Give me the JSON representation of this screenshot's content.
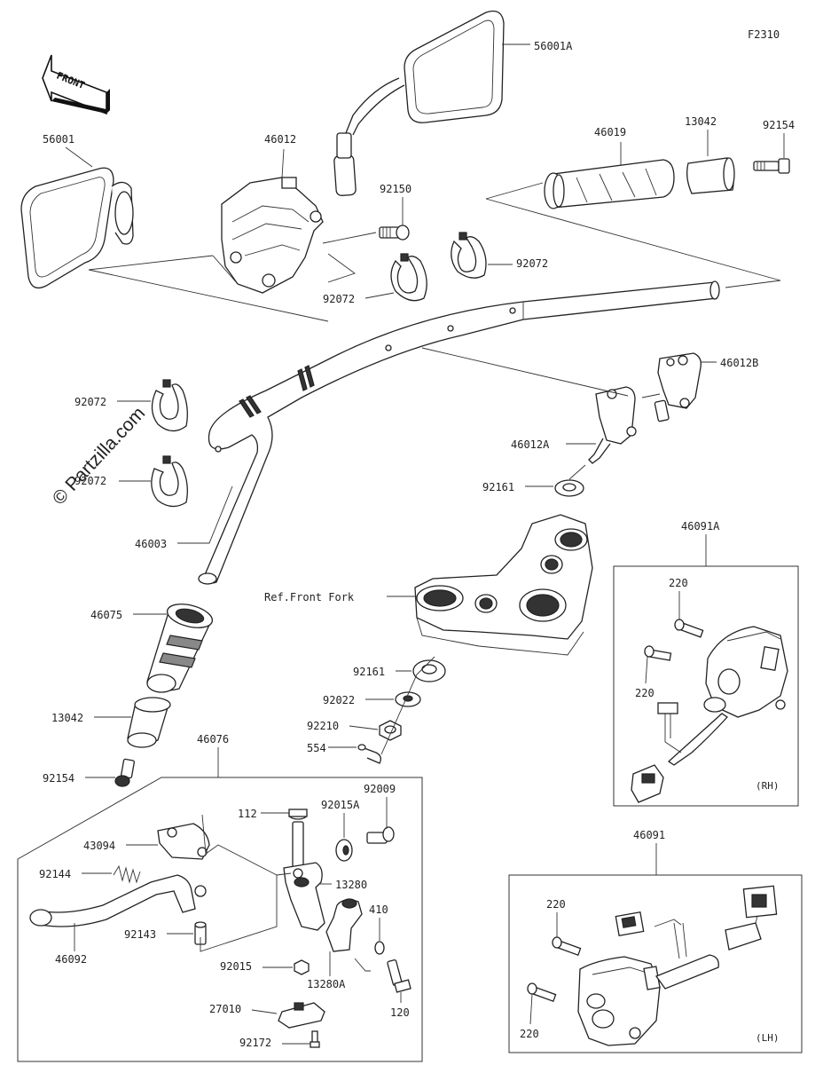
{
  "figure_code": "F2310",
  "watermark": "© Partzilla.com",
  "front_label": "FRONT",
  "ref_label": "Ref.Front Fork",
  "parts": {
    "mirror_right": "56001A",
    "mirror_left": "56001",
    "holder_left": "46012",
    "bolt_92150": "92150",
    "band_center_a": "92072",
    "band_center_b": "92072",
    "grip_right": "46019",
    "weight_right": "13042",
    "screw_right": "92154",
    "holder_upper": "46012B",
    "holder_lower": "46012A",
    "band_left_a": "92072",
    "band_left_b": "92072",
    "handlebar": "46003",
    "grip_left": "46075",
    "weight_left": "13042",
    "screw_left": "92154",
    "washer_upper": "92161",
    "washer_lower": "92161",
    "washer_92022": "92022",
    "nut_92210": "92210",
    "pin_554": "554",
    "lever_assy": "46076",
    "bolt_112": "112",
    "collar_92015a": "92015A",
    "screw_92009": "92009",
    "pivot_43094": "43094",
    "spring_92144": "92144",
    "clamp_13280": "13280",
    "lever_46092": "46092",
    "collar_92143": "92143",
    "clamp_13280a": "13280A",
    "washer_410": "410",
    "nut_92015": "92015",
    "bolt_120": "120",
    "switch_27010": "27010",
    "screw_92172": "92172",
    "switch_rh": "46091A",
    "screw_rh_a": "220",
    "screw_rh_b": "220",
    "rh_tag": "(RH)",
    "switch_lh": "46091",
    "screw_lh_a": "220",
    "screw_lh_b": "220",
    "lh_tag": "(LH)"
  }
}
